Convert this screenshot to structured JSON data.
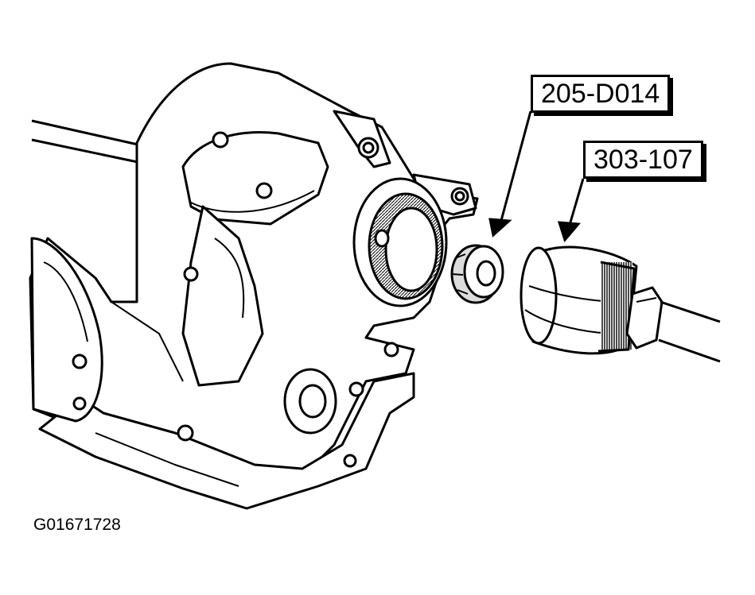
{
  "callouts": {
    "seal_installer": "205-D014",
    "handle": "303-107"
  },
  "figure_id": "G01671728",
  "colors": {
    "ink": "#000000",
    "paper": "#ffffff",
    "shade": "#dcdcdc"
  }
}
